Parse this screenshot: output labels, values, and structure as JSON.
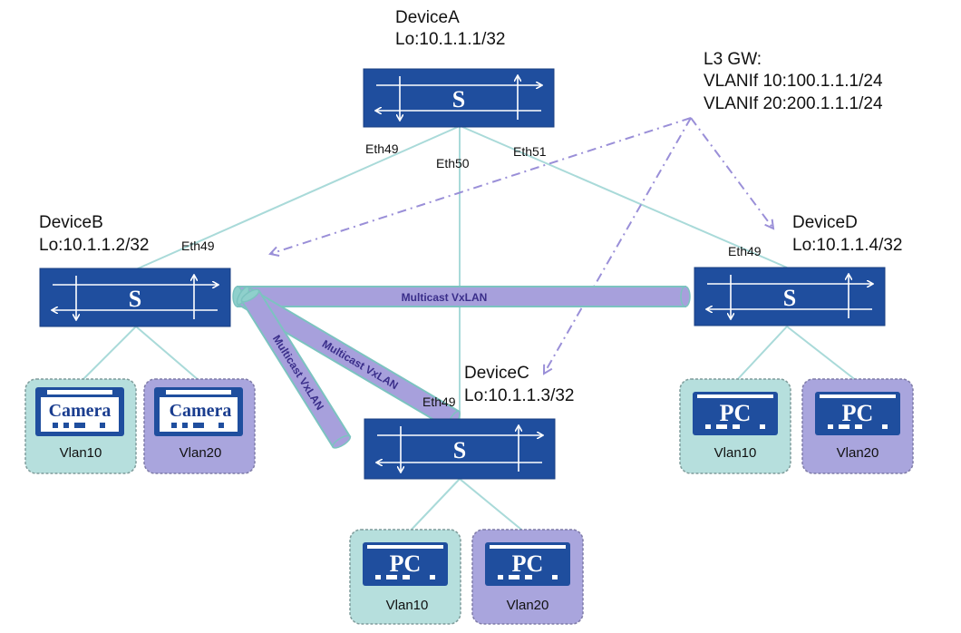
{
  "colors": {
    "switch_fill": "#1f4e9e",
    "link": "#a9dad9",
    "tunnel_fill": "#a7a0dc",
    "tunnel_edge": "#7cc3c0",
    "vlan10_bg": "#b6dfdd",
    "vlan20_bg": "#a9a5dd",
    "dash_arrow": "#9a8fd8"
  },
  "devices": {
    "a": {
      "name": "DeviceA",
      "loopback": "Lo:10.1.1.1/32",
      "symbol": "S"
    },
    "b": {
      "name": "DeviceB",
      "loopback": "Lo:10.1.1.2/32",
      "symbol": "S"
    },
    "c": {
      "name": "DeviceC",
      "loopback": "Lo:10.1.1.3/32",
      "symbol": "S"
    },
    "d": {
      "name": "DeviceD",
      "loopback": "Lo:10.1.1.4/32",
      "symbol": "S"
    }
  },
  "gateway": {
    "title": "L3 GW:",
    "line1": "VLANIf 10:100.1.1.1/24",
    "line2": "VLANIf 20:200.1.1.1/24"
  },
  "ports": {
    "a_to_b": "Eth49",
    "a_to_c": "Eth50",
    "a_to_d": "Eth51",
    "b_up": "Eth49",
    "d_up": "Eth49",
    "c_up": "Eth49"
  },
  "tunnels": {
    "b_d": "Multicast VxLAN",
    "b_c_upper": "Multicast VxLAN",
    "b_c_lower": "Multicast VxLAN"
  },
  "endpoints": {
    "b": [
      {
        "kind": "Camera",
        "vlan": "Vlan10"
      },
      {
        "kind": "Camera",
        "vlan": "Vlan20"
      }
    ],
    "c": [
      {
        "kind": "PC",
        "vlan": "Vlan10"
      },
      {
        "kind": "PC",
        "vlan": "Vlan20"
      }
    ],
    "d": [
      {
        "kind": "PC",
        "vlan": "Vlan10"
      },
      {
        "kind": "PC",
        "vlan": "Vlan20"
      }
    ]
  }
}
